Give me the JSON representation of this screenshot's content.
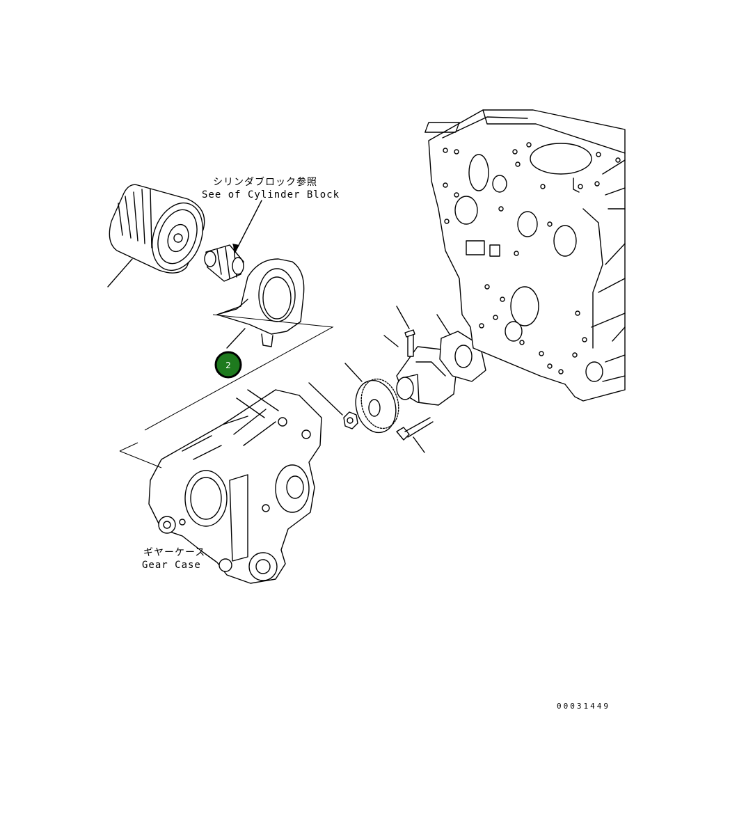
{
  "labels": {
    "cylinder_block_jp": "シリンダブロック参照",
    "cylinder_block_en": "See of Cylinder Block",
    "gear_case_jp": "ギヤーケース",
    "gear_case_en": "Gear Case"
  },
  "drawing_code": "00031449",
  "callout": {
    "number": "2",
    "color": "#1e7a1e",
    "border_color": "#000000"
  }
}
